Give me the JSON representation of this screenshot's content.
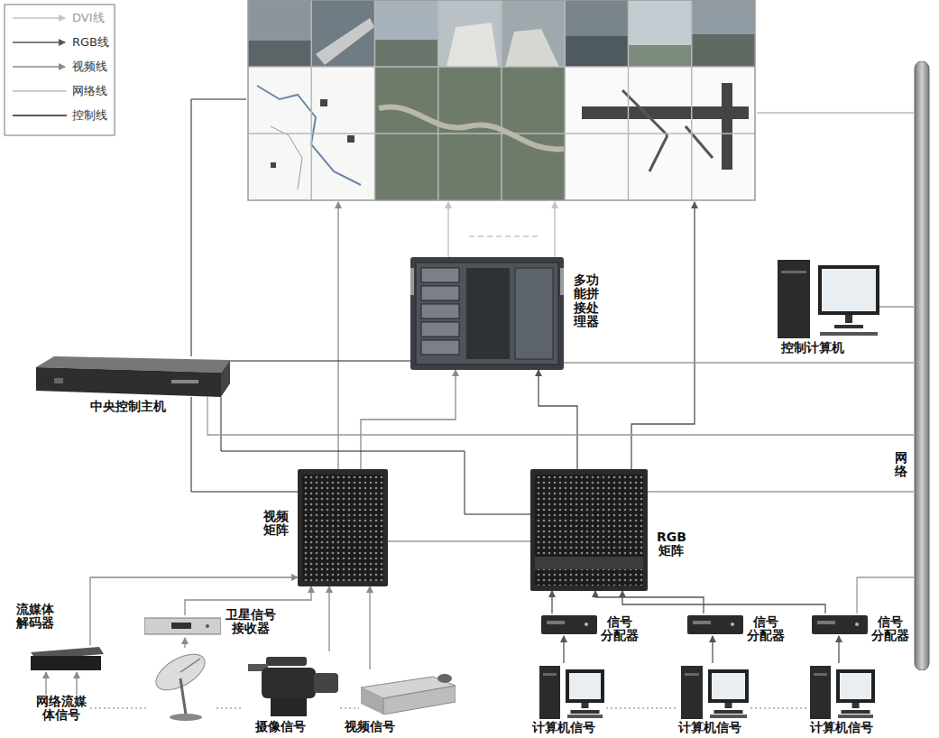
{
  "diagram": {
    "nodes": [
      {
        "text": [
          "多功 能拼 接处 理器"
        ]
      },
      {
        "text": [
          "中央控制主机"
        ]
      },
      {
        "text": [
          "控制计算机"
        ]
      },
      {
        "text": [
          "网络"
        ]
      },
      {
        "text": [
          "视频 矩阵"
        ]
      },
      {
        "text": [
          "RGB 矩阵"
        ]
      },
      {
        "text": [
          "流媒体 解码器"
        ]
      },
      {
        "text": [
          "卫星信号 接收器"
        ]
      },
      {
        "text": [
          "摄像信号"
        ]
      },
      {
        "text": [
          "视频信号"
        ]
      },
      {
        "text": [
          "网络流媒 体信号"
        ]
      },
      {
        "text": [
          "信号 分配器"
        ]
      },
      {
        "text": [
          "信号 分配器"
        ]
      },
      {
        "text": [
          "信号 分配器"
        ]
      },
      {
        "text": [
          "计算机信号"
        ]
      },
      {
        "text": [
          "计算机信号"
        ]
      },
      {
        "text": [
          "计算机信号"
        ]
      }
    ],
    "edges": [
      {
        "from": 4,
        "to": 0,
        "arrow": "to"
      },
      {
        "from": 5,
        "to": 0,
        "arrow": "to"
      },
      {
        "from": 6,
        "to": 4,
        "arrow": "to"
      },
      {
        "from": 7,
        "to": 4,
        "arrow": "to"
      },
      {
        "from": 8,
        "to": 4,
        "arrow": "to"
      },
      {
        "from": 9,
        "to": 4,
        "arrow": "to"
      },
      {
        "from": 10,
        "to": 6,
        "arrow": "to"
      },
      {
        "from": 10,
        "to": 6,
        "arrow": "to"
      },
      {
        "from": 14,
        "to": 11,
        "arrow": "to"
      },
      {
        "from": 15,
        "to": 12,
        "arrow": "to"
      },
      {
        "from": 16,
        "to": 13,
        "arrow": "to"
      },
      {
        "from": 11,
        "to": 5,
        "arrow": "to"
      },
      {
        "from": 12,
        "to": 5,
        "arrow": "to"
      },
      {
        "from": 13,
        "to": 5,
        "arrow": "to"
      },
      {
        "from": 1,
        "to": 4,
        "arrow": "none"
      },
      {
        "from": 1,
        "to": 5,
        "arrow": "none"
      },
      {
        "from": 1,
        "to": 0,
        "arrow": "none"
      },
      {
        "from": 1,
        "to": 3,
        "arrow": "none"
      },
      {
        "from": 0,
        "to": 3,
        "arrow": "none"
      },
      {
        "from": 2,
        "to": 3,
        "arrow": "none"
      },
      {
        "from": 5,
        "to": 3,
        "arrow": "none"
      },
      {
        "from": 13,
        "to": 3,
        "arrow": "none"
      },
      {
        "from": 4,
        "to": 5,
        "arrow": "none"
      }
    ],
    "legend": [
      {
        "text": "DVI线"
      },
      {
        "text": "RGB线"
      },
      {
        "text": "视频线"
      },
      {
        "text": "网络线"
      },
      {
        "text": "控制线"
      }
    ]
  }
}
